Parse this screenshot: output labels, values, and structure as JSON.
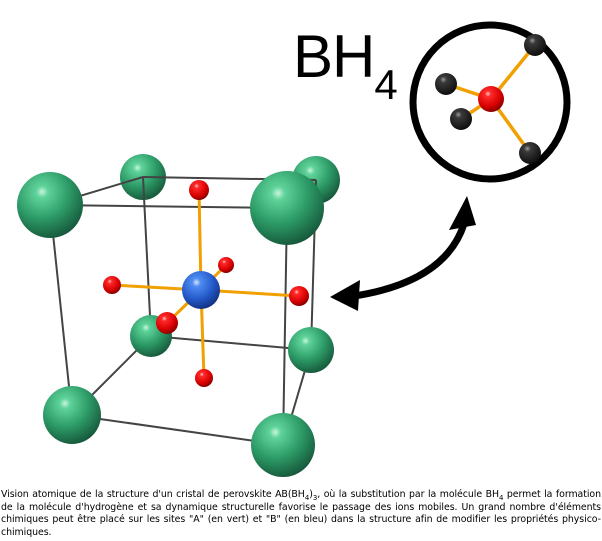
{
  "molecule_label": {
    "main": "BH",
    "subscript": "4"
  },
  "colors": {
    "site_a_green": "#2e9e6b",
    "site_b_blue": "#2b63d9",
    "anion_red": "#e00000",
    "hydrogen_dark": "#2a2a2a",
    "bond_orange": "#f0a000",
    "cell_edge": "#404040"
  },
  "caption": {
    "part1": "Vision atomique de la structure d'un cristal de perovskite AB(BH",
    "sub1": "4",
    "part2": ")",
    "sub2": "3",
    "part3": ", où la substitution par la molécule BH",
    "sub3": "4",
    "part4": " permet la formation de la molécule d'hydrogène et sa dynamique structurelle favorise le passage des ions mobiles. Un grand nombre d'éléments chimiques peut être placé sur les sites \"A\" (en vert) et \"B\" (en bleu) dans la structure afin de modifier les propriétés physico-chimiques."
  }
}
